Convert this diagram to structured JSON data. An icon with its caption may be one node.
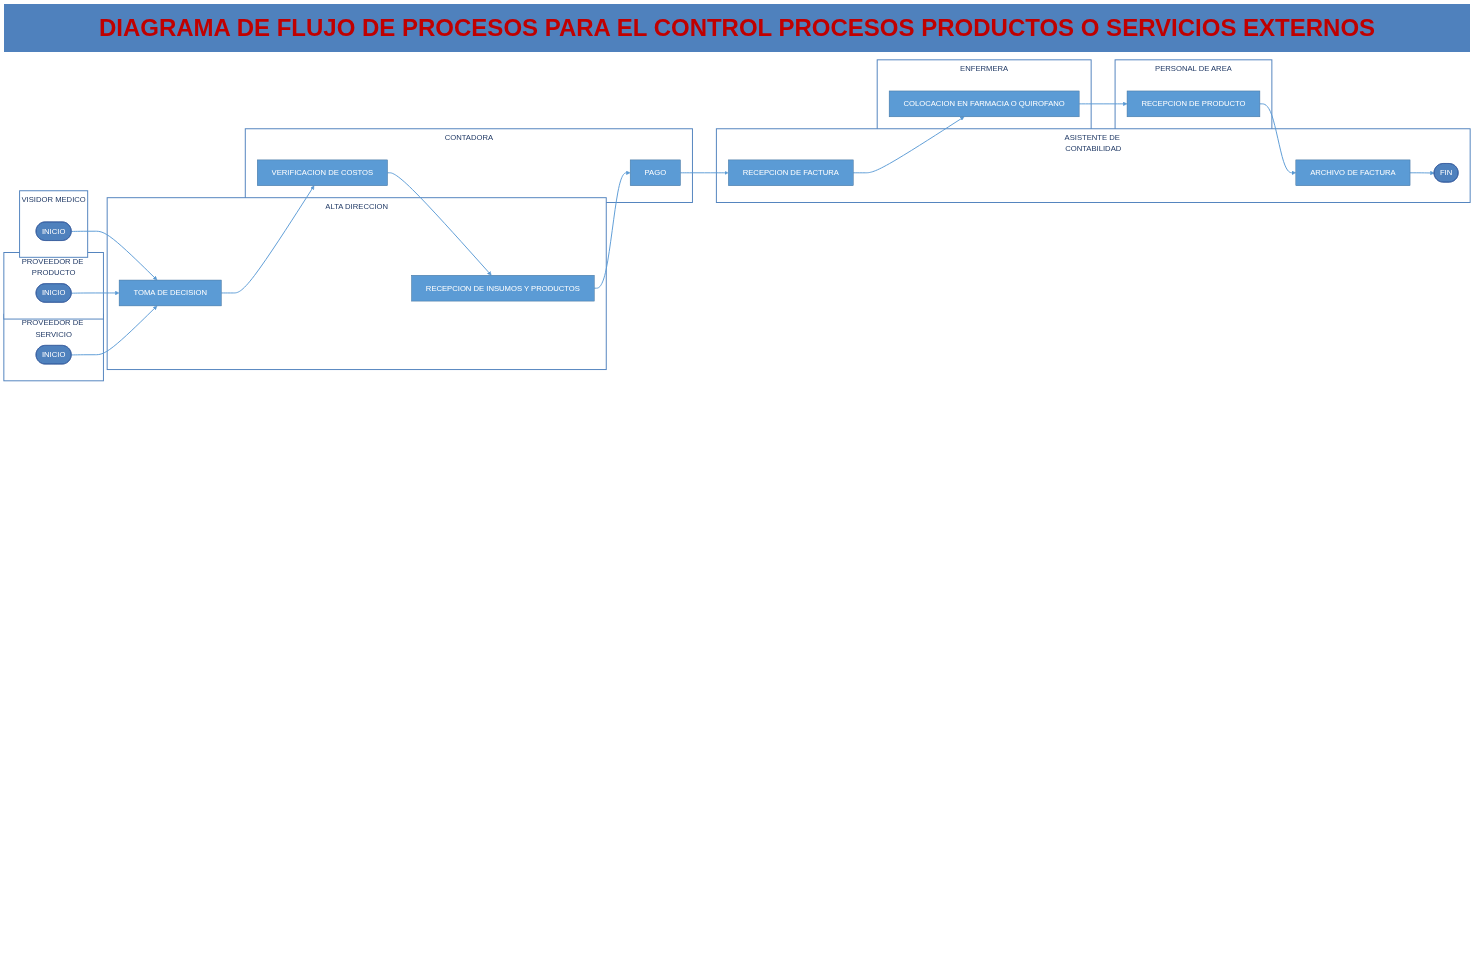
{
  "diagram": {
    "title": "DIAGRAMA DE FLUJO DE PROCESOS PARA EL CONTROL PROCESOS PRODUCTOS O SERVICIOS EXTERNOS",
    "nodes": [
      {
        "text": [
          "VISIDOR MEDICO"
        ]
      },
      {
        "text": [
          "INICIO"
        ],
        "in": 0
      },
      {
        "text": [
          "PROVEEDOR DE PRODUCTO"
        ]
      },
      {
        "text": [
          "INICIO"
        ],
        "in": 2
      },
      {
        "text": [
          "PROVEEDOR DE SERVICIO"
        ]
      },
      {
        "text": [
          "INICIO"
        ],
        "in": 4
      },
      {
        "text": [
          "ALTA DIRECCION"
        ]
      },
      {
        "text": [
          "TOMA DE DECISION"
        ],
        "in": 6
      },
      {
        "text": [
          "RECEPCION DE INSUMOS Y PRODUCTOS"
        ],
        "in": 6
      },
      {
        "text": [
          "CONTADORA"
        ]
      },
      {
        "text": [
          "VERIFICACION DE COSTOS"
        ],
        "in": 9
      },
      {
        "text": [
          "PAGO"
        ],
        "in": 9
      },
      {
        "text": [
          "ASISTENTE DE CONTABILIDAD"
        ]
      },
      {
        "text": [
          "RECEPCION DE FACTURA"
        ],
        "in": 12
      },
      {
        "text": [
          "ARCHIVO DE FACTURA"
        ],
        "in": 12
      },
      {
        "text": [
          "FIN"
        ],
        "in": 12
      },
      {
        "text": [
          "ENFERMERA"
        ]
      },
      {
        "text": [
          "COLOCACION EN FARMACIA O QUIROFANO"
        ],
        "in": 16
      },
      {
        "text": [
          "PERSONAL DE AREA"
        ]
      },
      {
        "text": [
          "RECEPCION DE PRODUCTO"
        ],
        "in": 18
      }
    ],
    "edges": [
      {
        "from": 1,
        "to": 7,
        "arrow": "to"
      },
      {
        "from": 3,
        "to": 7,
        "arrow": "to"
      },
      {
        "from": 5,
        "to": 7,
        "arrow": "to"
      },
      {
        "from": 7,
        "to": 10,
        "arrow": "to"
      },
      {
        "from": 10,
        "to": 8,
        "arrow": "to"
      },
      {
        "from": 8,
        "to": 11,
        "arrow": "to"
      },
      {
        "from": 11,
        "to": 13,
        "arrow": "to"
      },
      {
        "from": 13,
        "to": 17,
        "arrow": "to"
      },
      {
        "from": 17,
        "to": 19,
        "arrow": "to"
      },
      {
        "from": 19,
        "to": 14,
        "arrow": "to"
      },
      {
        "from": 14,
        "to": 15,
        "arrow": "to"
      }
    ]
  }
}
